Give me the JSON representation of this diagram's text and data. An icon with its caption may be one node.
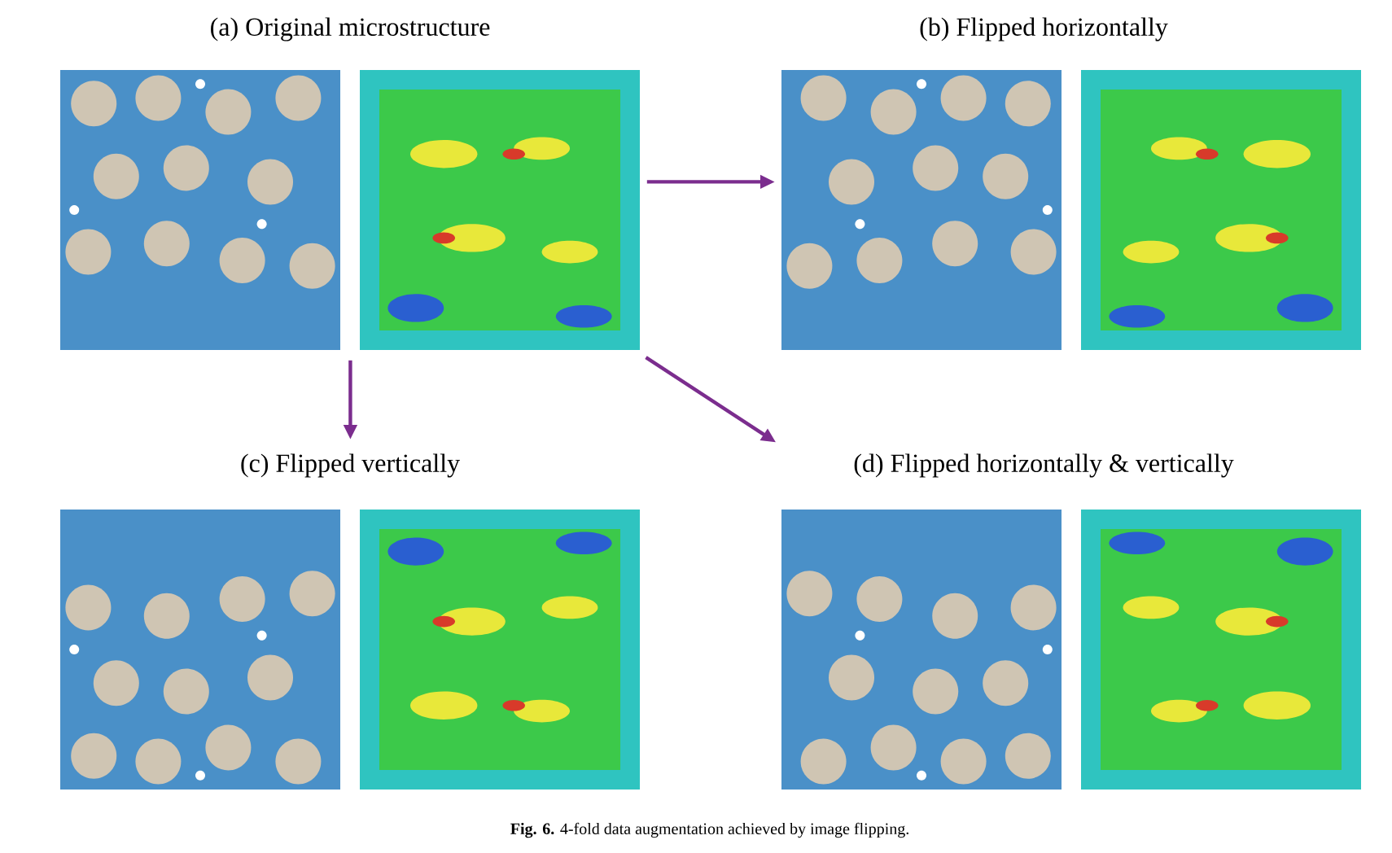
{
  "diagram": {
    "caption": "**Fig. 6.** 4-fold data augmentation achieved by image flipping.",
    "nodes": [
      {
        "text": [
          "(a) Original microstructure"
        ]
      },
      {
        "text": [
          "(b) Flipped horizontally"
        ]
      },
      {
        "text": [
          "(c) Flipped vertically"
        ]
      },
      {
        "text": [
          "(d) Flipped horizontally & vertically"
        ]
      }
    ],
    "edges": [
      {
        "from": 0,
        "to": 1,
        "arrow": "to"
      },
      {
        "from": 0,
        "to": 2,
        "arrow": "to"
      },
      {
        "from": 0,
        "to": 3,
        "arrow": "to"
      }
    ]
  }
}
